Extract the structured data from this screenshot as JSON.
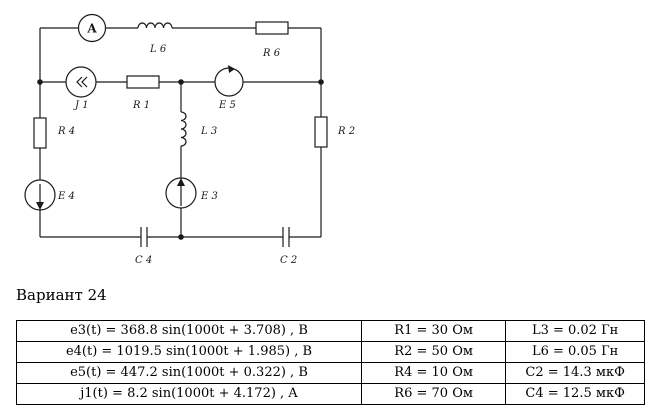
{
  "circuit": {
    "labels": {
      "ammeter": "A",
      "L6": "L 6",
      "R6": "R 6",
      "J1": "J 1",
      "R1": "R 1",
      "E5": "E 5",
      "R4": "R 4",
      "L3": "L 3",
      "R2": "R 2",
      "E4": "E 4",
      "E3": "E 3",
      "C4": "C 4",
      "C2": "C 2"
    }
  },
  "variant": {
    "title": "Вариант 24"
  },
  "table": {
    "rows": [
      [
        "e3(t) = 368.8 sin(1000t + 3.708) , B",
        "R1 = 30 Ом",
        "L3 = 0.02 Гн"
      ],
      [
        "e4(t) = 1019.5 sin(1000t + 1.985) , B",
        "R2 = 50 Ом",
        "L6 = 0.05 Гн"
      ],
      [
        "e5(t) = 447.2 sin(1000t + 0.322) , B",
        "R4 = 10 Ом",
        "C2 = 14.3 мкФ"
      ],
      [
        "j1(t) = 8.2 sin(1000t + 4.172) , A",
        "R6 = 70 Ом",
        "C4 = 12.5 мкФ"
      ]
    ]
  }
}
